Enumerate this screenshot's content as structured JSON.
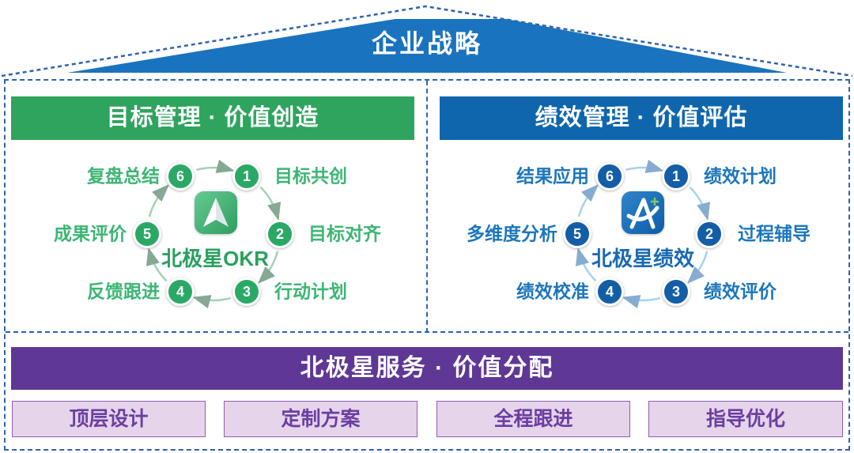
{
  "title": "企业战略",
  "left_panel": {
    "header": "目标管理 · 价值创造",
    "center_name": "北极星OKR",
    "steps": [
      {
        "num": "1",
        "label": "目标共创"
      },
      {
        "num": "2",
        "label": "目标对齐"
      },
      {
        "num": "3",
        "label": "行动计划"
      },
      {
        "num": "4",
        "label": "反馈跟进"
      },
      {
        "num": "5",
        "label": "成果评价"
      },
      {
        "num": "6",
        "label": "复盘总结"
      }
    ]
  },
  "right_panel": {
    "header": "绩效管理 · 价值评估",
    "center_name": "北极星绩效",
    "steps": [
      {
        "num": "1",
        "label": "绩效计划"
      },
      {
        "num": "2",
        "label": "过程辅导"
      },
      {
        "num": "3",
        "label": "绩效评价"
      },
      {
        "num": "4",
        "label": "绩效校准"
      },
      {
        "num": "5",
        "label": "多维度分析"
      },
      {
        "num": "6",
        "label": "结果应用"
      }
    ]
  },
  "bottom": {
    "header": "北极星服务 · 价值分配",
    "services": [
      "顶层设计",
      "定制方案",
      "全程跟进",
      "指导优化"
    ]
  },
  "colors": {
    "roof_blue": "#1a73be",
    "green_accent": "#2fa45e",
    "blue_accent": "#0f66ad",
    "purple_accent": "#5f3795",
    "light_purple": "#e6d4eb",
    "dashed_border_blue": "#2f62b0",
    "green_label": "#3cb674",
    "blue_label": "#1d76bb"
  }
}
